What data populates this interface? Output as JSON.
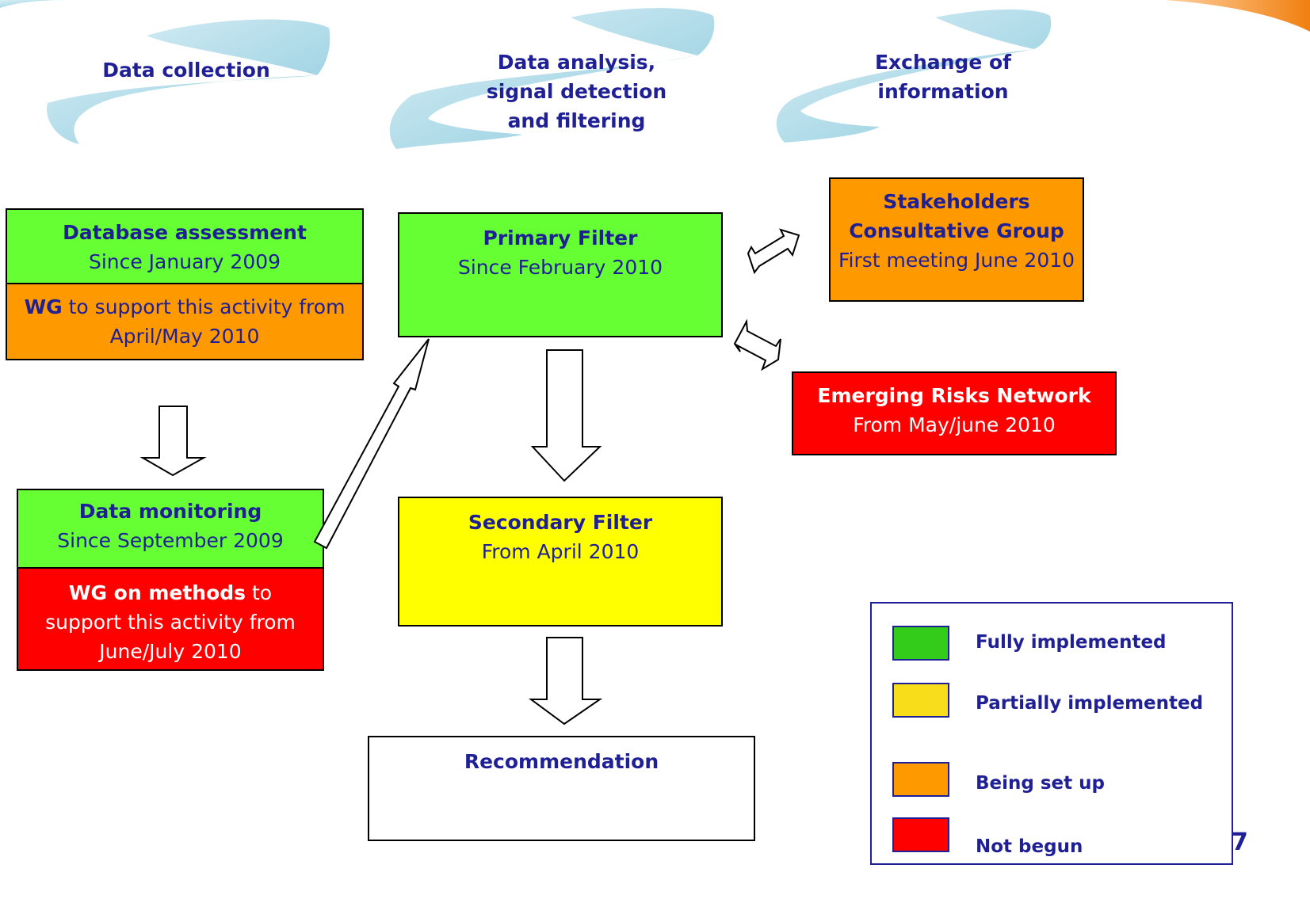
{
  "stages": {
    "collection": "Data collection",
    "analysis": "Data analysis, signal detection and filtering",
    "exchange": "Exchange of information"
  },
  "boxes": {
    "database_assessment": {
      "title": "Database assessment",
      "status": "Since January 2009"
    },
    "database_wg": {
      "bold": "WG",
      "text": " to support this activity from April/May 2010"
    },
    "data_monitoring": {
      "title": "Data monitoring",
      "status": "Since September 2009"
    },
    "monitoring_wg": {
      "bold": "WG on methods",
      "text": " to support this activity from June/July 2010"
    },
    "primary_filter": {
      "title": "Primary Filter",
      "status": "Since February 2010"
    },
    "secondary_filter": {
      "title": "Secondary Filter",
      "status": "From April 2010"
    },
    "recommendation": {
      "title": "Recommendation"
    },
    "stakeholders": {
      "title": "Stakeholders Consultative Group",
      "status": "First meeting June 2010"
    },
    "emerging_risks": {
      "title": "Emerging Risks Network",
      "status": "From May/june 2010"
    }
  },
  "legend": {
    "items": [
      {
        "label": "Fully implemented",
        "color": "#33cc1a"
      },
      {
        "label": "Partially implemented",
        "color": "#f7dd1a"
      },
      {
        "label": "Being set up",
        "color": "#ff9900"
      },
      {
        "label": "Not begun",
        "color": "#ff0000"
      }
    ]
  },
  "colors": {
    "green": "#66ff33",
    "orange": "#ff9900",
    "red": "#ff0000",
    "yellow": "#ffff00",
    "text": "#1f1f96",
    "swoosh": "#a8d8e6"
  },
  "page_number": "7"
}
